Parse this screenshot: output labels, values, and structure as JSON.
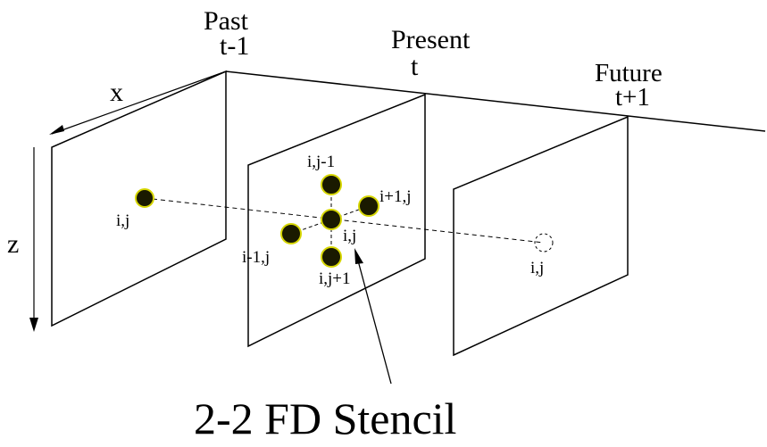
{
  "axes": {
    "x_label": "x",
    "z_label": "z"
  },
  "planes": [
    {
      "id": "past",
      "title": "Past",
      "time": "t-1",
      "point_label": "i,j"
    },
    {
      "id": "present",
      "title": "Present",
      "time": "t",
      "points": {
        "center": "i,j",
        "top": "i,j-1",
        "bottom": "i,j+1",
        "left": "i-1,j",
        "right": "i+1,j"
      }
    },
    {
      "id": "future",
      "title": "Future",
      "time": "t+1",
      "point_label": "i,j"
    }
  ],
  "caption": "2-2 FD Stencil",
  "colors": {
    "stroke": "#000000",
    "node_fill": "#1a1a00",
    "node_ring": "#d6d600"
  }
}
